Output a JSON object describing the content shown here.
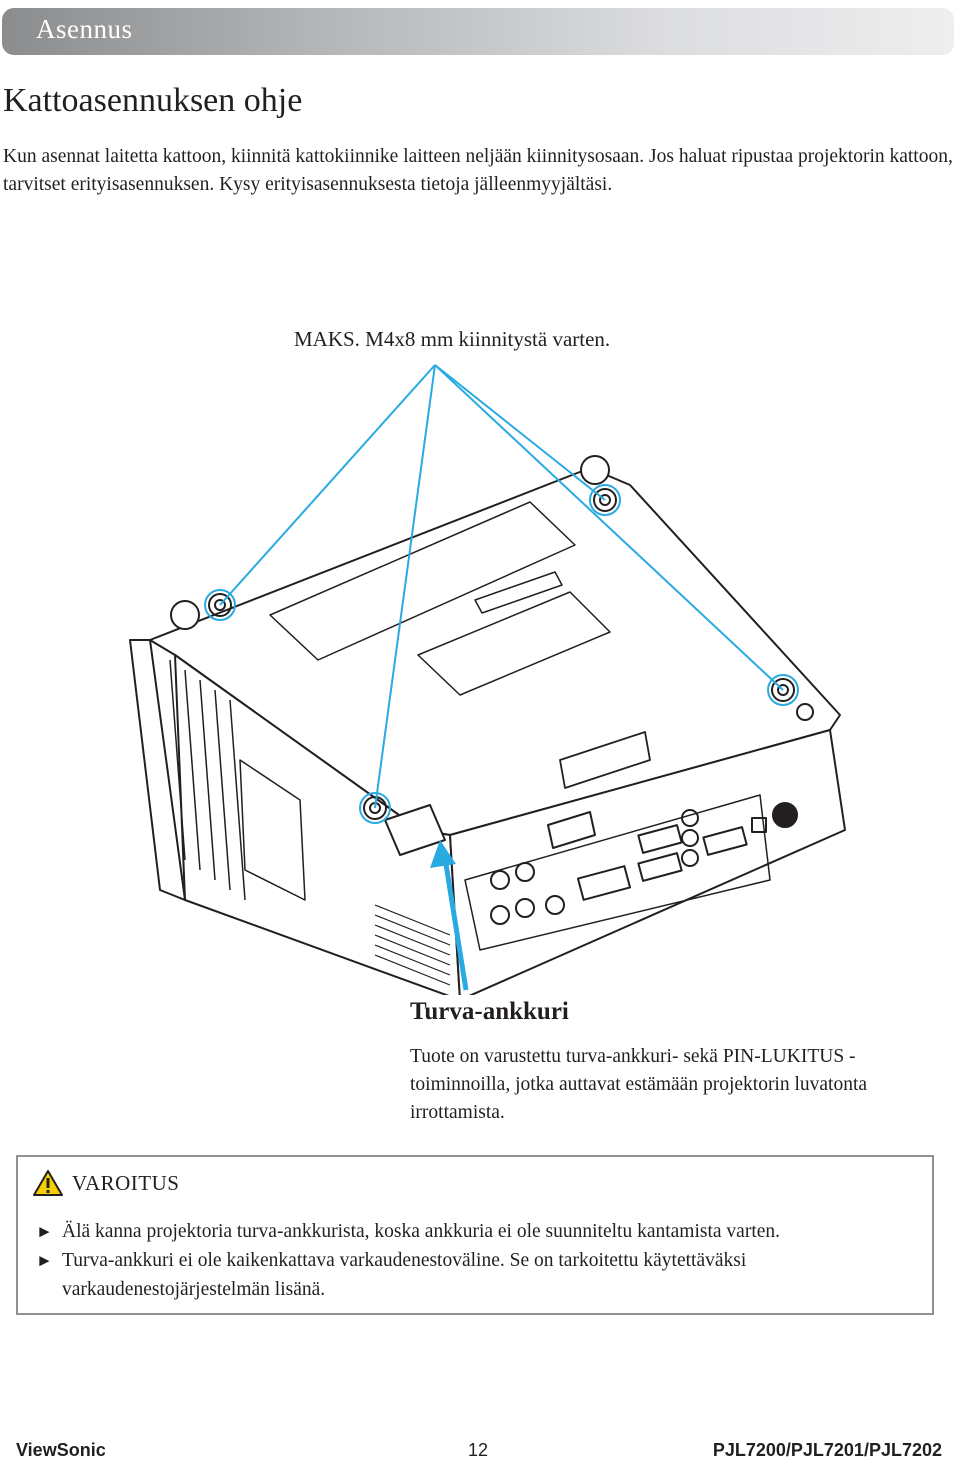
{
  "header": {
    "section": "Asennus"
  },
  "page_title": "Kattoasennuksen ohje",
  "intro": "Kun asennat laitetta kattoon, kiinnitä kattokiinnike laitteen neljään kiinnitysosaan. Jos haluat ripustaa projektorin kattoon, tarvitset erityisasennuksen. Kysy erityisasennuksesta tietoja jälleenmyyjältäsi.",
  "callout": "MAKS. M4x8 mm kiinnitystä varten.",
  "anchor": {
    "title": "Turva-ankkuri",
    "text": "Tuote on varustettu turva-ankkuri- sekä PIN-LUKITUS -toiminnoilla, jotka auttavat estämään projektorin luvatonta irrottamista."
  },
  "warning": {
    "label": "VAROITUS",
    "bullet_glyph": "►",
    "items": [
      "Älä kanna projektoria turva-ankkurista, koska ankkuria ei ole suunniteltu kantamista varten.",
      "Turva-ankkuri ei ole kaikenkattava varkaudenestoväline. Se on tarkoitettu käytettäväksi varkaudenestojärjestelmän lisänä."
    ]
  },
  "footer": {
    "brand": "ViewSonic",
    "page": "12",
    "model": "PJL7200/PJL7201/PJL7202"
  },
  "colors": {
    "callout_line": "#29aae1",
    "outline": "#231f20",
    "warning_border": "#8f9193",
    "warning_icon": "#f5d000"
  }
}
